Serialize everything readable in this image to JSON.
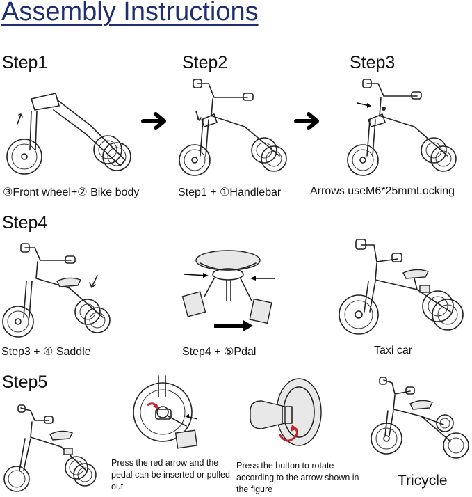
{
  "title": "Assembly Instructions",
  "steps": {
    "step1": {
      "label": "Step1",
      "caption": "③Front wheel+② Bike body"
    },
    "step2": {
      "label": "Step2",
      "caption": "Step1 + ①Handlebar"
    },
    "step3": {
      "label": "Step3",
      "caption": "Arrows useM6*25mmLocking"
    },
    "step4": {
      "label": "Step4",
      "captions": [
        "Step3 + ④ Saddle",
        "Step4 + ⑤Pdal",
        "Taxi car"
      ]
    },
    "step5": {
      "label": "Step5",
      "notes": [
        "Press the red arrow and the pedal can be inserted or pulled out",
        "Press the button to rotate according to the arrow shown in the figure"
      ],
      "caption": "Tricycle"
    }
  },
  "colors": {
    "title": "#1f2f73",
    "accent_red": "#c0262b"
  }
}
